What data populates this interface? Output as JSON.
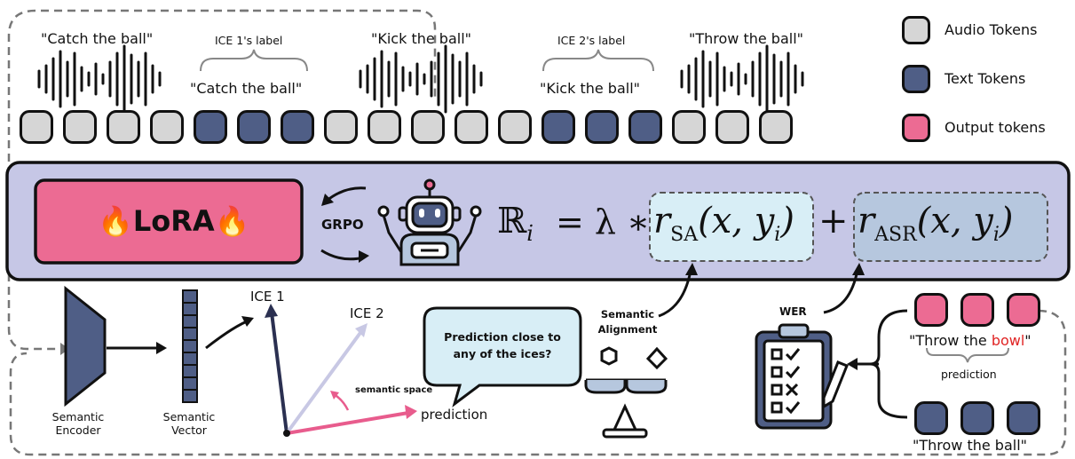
{
  "colors": {
    "audio_token": "#d6d6d6",
    "text_token": "#4f5e86",
    "output_token": "#ec6b93",
    "main_panel": "#c6c7e6",
    "lora": "#ec6b93",
    "sa_box": "#d8eef6",
    "asr_box": "#b6c7de",
    "ice1_vector": "#2b3051",
    "ice2_vector": "#c8c8e4",
    "prediction_vector": "#e85c8d",
    "error_word": "#e02424"
  },
  "top": {
    "audio_quote_1": "\"Catch the ball\"",
    "audio_quote_2": "\"Kick the ball\"",
    "audio_quote_3": "\"Throw the ball\"",
    "ice1_label_caption": "ICE 1's label",
    "ice1_label_text": "\"Catch the ball\"",
    "ice2_label_caption": "ICE 2's label",
    "ice2_label_text": "\"Kick the ball\""
  },
  "tokens": [
    "audio",
    "audio",
    "audio",
    "audio",
    "text",
    "text",
    "text",
    "audio",
    "audio",
    "audio",
    "audio",
    "audio",
    "text",
    "text",
    "text",
    "audio",
    "audio",
    "audio"
  ],
  "legend": {
    "audio_label": "Audio Tokens",
    "text_label": "Text Tokens",
    "output_label": "Output tokens"
  },
  "panel": {
    "lora_label": "LoRA",
    "lora_icon": "fire-emoji",
    "grpo_label": "GRPO",
    "robot_icon": "robot-icon",
    "reward_lhs": "ℝ",
    "reward_lhs_sub": "i",
    "reward_eq": "= λ ∗",
    "r_sa": "r",
    "r_sa_sub": "SA",
    "r_sa_args": "(x, y",
    "r_sa_args_sub": "i",
    "plus": "+",
    "r_asr": "r",
    "r_asr_sub": "ASR",
    "r_asr_args": "(x, y",
    "r_asr_args_sub": "i"
  },
  "bottom": {
    "encoder_label_1": "Semantic",
    "encoder_label_2": "Encoder",
    "vector_label_1": "Semantic",
    "vector_label_2": "Vector",
    "ice1": "ICE 1",
    "ice2": "ICE 2",
    "semantic_space": "semantic space",
    "prediction": "prediction",
    "bubble_text_1": "Prediction close to",
    "bubble_text_2": "any of the ices?",
    "alignment_1": "Semantic",
    "alignment_2": "Alignment",
    "wer": "WER",
    "pred_quote_a": "\"Throw the ",
    "pred_quote_err": "bowl",
    "pred_quote_b": "\"",
    "prediction_caption": "prediction",
    "gt_quote": "\"Throw the ball\""
  }
}
